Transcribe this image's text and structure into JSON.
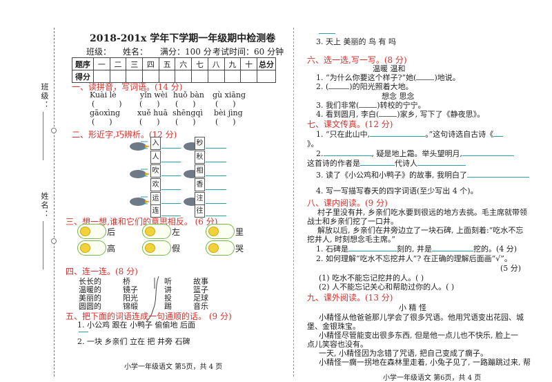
{
  "binding": {
    "class_label": "班级：",
    "name_label": "姓名："
  },
  "title": "2018-201x 学年下学期一年级期中检测卷",
  "info": {
    "class": "班级：",
    "name": "姓名：",
    "score": "满分：100 分",
    "time": "考试时间：60 分钟"
  },
  "score_table": {
    "row1_label": "题序",
    "cols": [
      "一",
      "二",
      "三",
      "四",
      "五",
      "六",
      "七",
      "八",
      "九",
      "十"
    ],
    "total": "总分",
    "row2_label": "得分"
  },
  "s1": {
    "heading": "一、读拼音，写词语。(14 分)",
    "pinyin_row1": [
      "Kuài lè",
      "yǐn wèi",
      "huǒ bàn",
      "gù xiāng"
    ],
    "pinyin_row2": [
      "gāoxìng",
      "xuě huā",
      "shēngqì",
      "bèi jìng"
    ]
  },
  "s2": {
    "heading": "二、形近字,巧辨析。(12 分)",
    "left_chars": [
      "入",
      "人",
      "吹",
      "欢",
      "运",
      "连"
    ],
    "right_chars": [
      "秒",
      "秋",
      "相",
      "香",
      "注",
      "往"
    ]
  },
  "s3": {
    "heading": "三、想一想,谁和它们的意思相反。  (6 分)",
    "row1": [
      "后",
      "左",
      "里"
    ],
    "row2": [
      "高",
      "假",
      "哭"
    ]
  },
  "s4": {
    "heading": "四、连一连。(8 分)",
    "col1": [
      "长长的",
      "温暖的",
      "美丽的",
      "圆圆的"
    ],
    "col2": [
      "桥",
      "镜子",
      "阳光",
      "锦缎"
    ],
    "col3": [
      "听",
      "讲",
      "投",
      "踢"
    ],
    "col4": [
      "故事",
      "篮子",
      "足球",
      "音乐"
    ]
  },
  "s5": {
    "heading": "五、把下面的词语连成一句通顺的话。  (9 分)",
    "line1": "1. 小公鸡   跟在   小鸭子   偷偷地   后面",
    "line2": "2. 一块   乡亲们   立在   把   井旁   石碑"
  },
  "footer_left": "小学一年级语文   第5页，共 4 页",
  "right": {
    "q3": "3. 天上    美丽的    鸟    有    吗",
    "s6": {
      "heading": "六、选一选,写一写。(8 分)",
      "options1": "温暖        温和",
      "q1a": "1. “为什么你要这个样子?”她(",
      "q1b": ")地说。",
      "q2a": "2. (",
      "q2b": ")的阳光照着大地。",
      "options2": "想念      思念",
      "q3a": "3. 我们非常(",
      "q3b": ")转校的宁宁。",
      "q4a": "4. 看到圆月, 李白(",
      "q4b": ")家乡, 写下了《静夜思》。"
    },
    "s7": {
      "heading": "七、课文传真。(12 分)",
      "q1a": "1. “只在此山中,",
      "q1b": "。”这句诗选自古诗《",
      "q1c": "》。",
      "q2a": "2.",
      "q2b": ", 疑是地上霜。举头望明月,",
      "q2c": "这首诗的作者是",
      "q2d": "代诗人",
      "q3a": "3. 读了《小公鸡和小鸭子》的故事, 我明白了",
      "q4": "4. 写一写描写春天的四字词语(至少写出 4 个)。"
    },
    "s8": {
      "heading": "八、课内阅读。(9 分)",
      "p1a": "村子里没有井, 乡亲们吃水要到很远的地方去挑。毛主席就带领",
      "p1b": "战士和乡亲们挖了一口井。",
      "p2a": "解放以后, 乡亲们在井旁边立了一块石碑, 上面刻着:“吃水不忘",
      "p2b": "挖井人, 时刻想念毛主席。”",
      "q1a": "1. 石碑是",
      "q1b": "刻的, 井是",
      "q1c": "挖的。(4 分)",
      "q2": "2. 如何理解“吃水不忘挖井人”? 在正确的理解后面画“√”。",
      "q2score": "(5 分)",
      "opt1": "(1) 吃水不能忘记挖井的人。(      )",
      "opt2": "(2) 人不能忘记关心和帮助过你的人。(      )"
    },
    "s9": {
      "heading": "九、课外阅读。(13 分)",
      "story_title": "小  精  怪",
      "p1a": "小精怪从他爸爸那儿学会了很多咒语。他用咒语变出花园、城",
      "p1b": "堡、金银珠宝。",
      "p2a": "小精怪尽管能变出很多东西, 但是他一点儿也不快乐, 脸上一",
      "p2b": "点儿笑容也没有。",
      "p3": "一天, 小精怪因为念错了咒语, 把自己变成了瘸子。",
      "p4": "小精怪一瘸一拐地在森林里走着, 小兔子见了, 一路蹦跳过来, 帮"
    },
    "footer": "小学一年级语文   第6页，共 4 页"
  }
}
